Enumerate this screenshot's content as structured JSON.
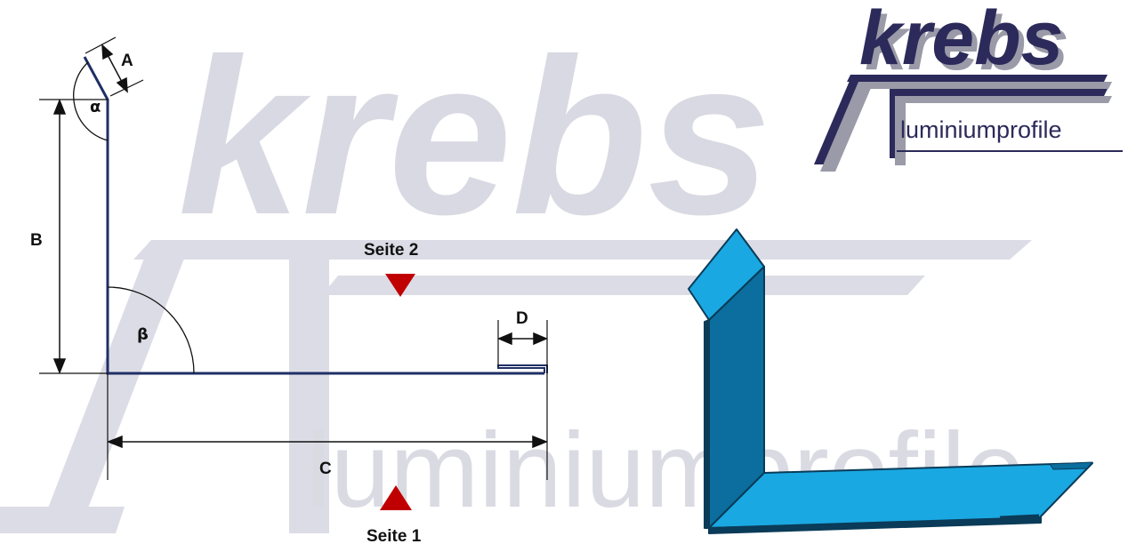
{
  "watermark": {
    "brand": "krebs",
    "subtitle": "luminiumprofile"
  },
  "logo": {
    "brand": "krebs",
    "subtitle": "luminiumprofile",
    "colors": {
      "dark": "#2b2a5a",
      "shadow": "#9a9aa8"
    }
  },
  "diagram": {
    "labels": {
      "a": "A",
      "b": "B",
      "c": "C",
      "d": "D",
      "alpha": "α",
      "beta": "β",
      "side2": "Seite 2",
      "side1": "Seite 1"
    },
    "colors": {
      "profile_line": "#1f2f66",
      "marker": "#c00000",
      "profile_3d_top": "#1aa8e2",
      "profile_3d_side": "#0b6e9e",
      "profile_3d_edge": "#0a3b58"
    }
  }
}
